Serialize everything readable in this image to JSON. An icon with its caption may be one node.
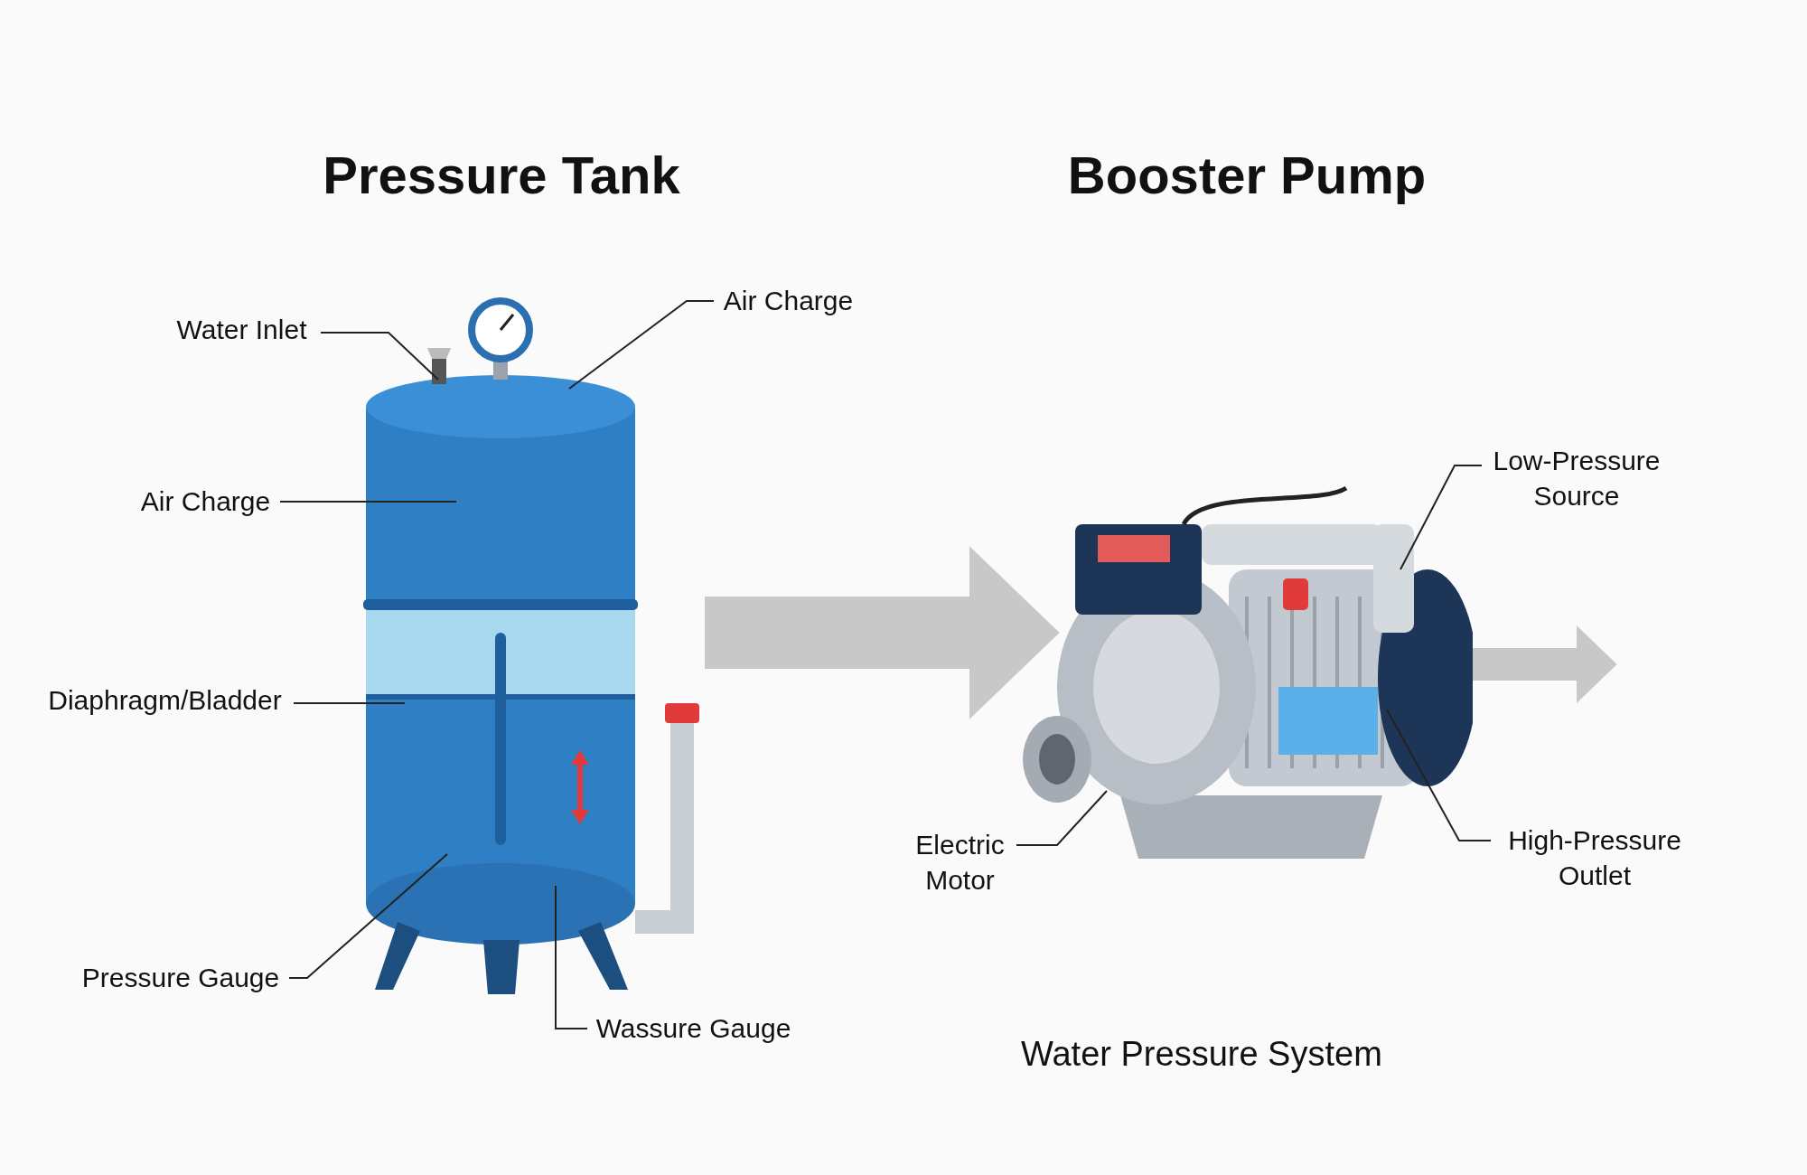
{
  "diagram": {
    "caption": "Water Pressure System",
    "nodes": [
      {
        "text": [
          "Pressure Tank"
        ]
      },
      {
        "text": [
          "Booster Pump"
        ]
      },
      {
        "text": [
          "Water Inlet"
        ]
      },
      {
        "text": [
          "Air Charge"
        ]
      },
      {
        "text": [
          "Air Charge"
        ]
      },
      {
        "text": [
          "Diaphragm/Bladder"
        ]
      },
      {
        "text": [
          "Pressure Gauge"
        ]
      },
      {
        "text": [
          "Wassure Gauge"
        ]
      },
      {
        "text": [
          "Low-Pressure Source"
        ]
      },
      {
        "text": [
          "Electric Motor"
        ]
      },
      {
        "text": [
          "High-Pressure Outlet"
        ]
      }
    ],
    "edges": [
      {
        "from": 0,
        "to": 1,
        "arrow": "to",
        "style": "thick",
        "color": "#c8c8c8"
      },
      {
        "from": 1,
        "to": null,
        "arrow": "to",
        "style": "thick",
        "color": "#c8c8c8"
      },
      {
        "from": 2,
        "to": 0,
        "arrow": "none"
      },
      {
        "from": 3,
        "to": 0,
        "arrow": "none"
      },
      {
        "from": 4,
        "to": 0,
        "arrow": "none"
      },
      {
        "from": 5,
        "to": 0,
        "arrow": "none"
      },
      {
        "from": 6,
        "to": 0,
        "arrow": "none"
      },
      {
        "from": 7,
        "to": 0,
        "arrow": "none"
      },
      {
        "from": 8,
        "to": 1,
        "arrow": "none"
      },
      {
        "from": 9,
        "to": 1,
        "arrow": "none"
      },
      {
        "from": 10,
        "to": 1,
        "arrow": "none"
      }
    ]
  }
}
